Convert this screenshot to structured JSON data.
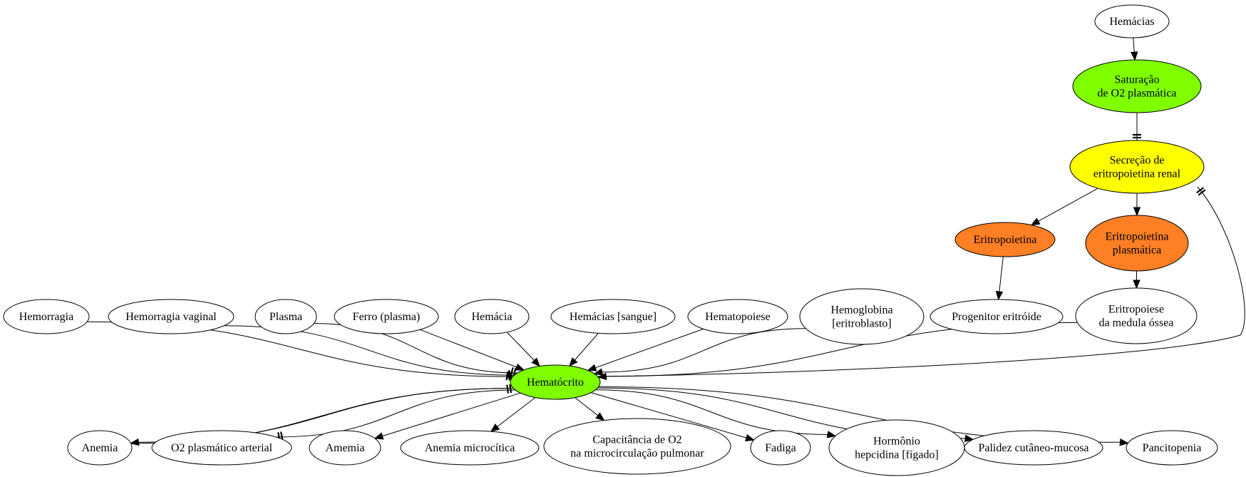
{
  "diagram": {
    "colors": {
      "default_fill": "#ffffff",
      "green": "#7fff00",
      "yellow": "#ffff00",
      "orange": "#ff7f24",
      "stroke": "#000000"
    },
    "nodes": [
      {
        "id": "hemacias_top",
        "lines": [
          "Hemácias"
        ],
        "color": "default_fill"
      },
      {
        "id": "saturacao",
        "lines": [
          "Saturação",
          "de O2 plasmática"
        ],
        "color": "green"
      },
      {
        "id": "secrecao",
        "lines": [
          "Secreção de",
          "eritropoietina renal"
        ],
        "color": "yellow"
      },
      {
        "id": "eritropoietina",
        "lines": [
          "Eritropoietina"
        ],
        "color": "orange"
      },
      {
        "id": "eritropoietina_plasmatica",
        "lines": [
          "Eritropoietina",
          "plasmática"
        ],
        "color": "orange"
      },
      {
        "id": "progenitor",
        "lines": [
          "Progenitor eritróide"
        ],
        "color": "default_fill"
      },
      {
        "id": "eritropoiese",
        "lines": [
          "Eritropoiese",
          "da medula óssea"
        ],
        "color": "default_fill"
      },
      {
        "id": "hemorragia",
        "lines": [
          "Hemorragia"
        ],
        "color": "default_fill"
      },
      {
        "id": "hemorragia_vaginal",
        "lines": [
          "Hemorragia vaginal"
        ],
        "color": "default_fill"
      },
      {
        "id": "plasma",
        "lines": [
          "Plasma"
        ],
        "color": "default_fill"
      },
      {
        "id": "ferro",
        "lines": [
          "Ferro (plasma)"
        ],
        "color": "default_fill"
      },
      {
        "id": "hemacia",
        "lines": [
          "Hemácia"
        ],
        "color": "default_fill"
      },
      {
        "id": "hemacias_sangue",
        "lines": [
          "Hemácias [sangue]"
        ],
        "color": "default_fill"
      },
      {
        "id": "hematopoiese",
        "lines": [
          "Hematopoiese"
        ],
        "color": "default_fill"
      },
      {
        "id": "hemoglobina",
        "lines": [
          "Hemoglobina",
          "[eritroblasto]"
        ],
        "color": "default_fill"
      },
      {
        "id": "hematocrito",
        "lines": [
          "Hematócrito"
        ],
        "color": "green"
      },
      {
        "id": "anemia",
        "lines": [
          "Anemia"
        ],
        "color": "default_fill"
      },
      {
        "id": "o2_arterial",
        "lines": [
          "O2 plasmático arterial"
        ],
        "color": "default_fill"
      },
      {
        "id": "amemia",
        "lines": [
          "Amemia"
        ],
        "color": "default_fill"
      },
      {
        "id": "anemia_microcitica",
        "lines": [
          "Anemia microcítica"
        ],
        "color": "default_fill"
      },
      {
        "id": "capacitancia",
        "lines": [
          "Capacitância de O2",
          "na microcirculação pulmonar"
        ],
        "color": "default_fill"
      },
      {
        "id": "fadiga",
        "lines": [
          "Fadiga"
        ],
        "color": "default_fill"
      },
      {
        "id": "hormonio",
        "lines": [
          "Hormônio",
          "hepcidina [fígado]"
        ],
        "color": "default_fill"
      },
      {
        "id": "palidez",
        "lines": [
          "Palidez cutâneo-mucosa"
        ],
        "color": "default_fill"
      },
      {
        "id": "pancitopenia",
        "lines": [
          "Pancitopenia"
        ],
        "color": "default_fill"
      }
    ],
    "edges": [
      {
        "from": "hemacias_top",
        "to": "saturacao",
        "type": "arrow"
      },
      {
        "from": "saturacao",
        "to": "secrecao",
        "type": "tee"
      },
      {
        "from": "secrecao",
        "to": "eritropoietina",
        "type": "arrow"
      },
      {
        "from": "secrecao",
        "to": "eritropoietina_plasmatica",
        "type": "arrow"
      },
      {
        "from": "eritropoietina",
        "to": "progenitor",
        "type": "arrow"
      },
      {
        "from": "eritropoietina_plasmatica",
        "to": "eritropoiese",
        "type": "arrow"
      },
      {
        "from": "hematocrito",
        "to": "secrecao",
        "type": "tee"
      },
      {
        "from": "hemorragia",
        "to": "hematocrito",
        "type": "tee"
      },
      {
        "from": "hemorragia_vaginal",
        "to": "hematocrito",
        "type": "tee"
      },
      {
        "from": "plasma",
        "to": "hematocrito",
        "type": "tee"
      },
      {
        "from": "ferro",
        "to": "hematocrito",
        "type": "arrow"
      },
      {
        "from": "hemacia",
        "to": "hematocrito",
        "type": "arrow"
      },
      {
        "from": "hemacias_sangue",
        "to": "hematocrito",
        "type": "arrow"
      },
      {
        "from": "hematopoiese",
        "to": "hematocrito",
        "type": "arrow"
      },
      {
        "from": "hemoglobina",
        "to": "hematocrito",
        "type": "arrow"
      },
      {
        "from": "eritropoiese",
        "to": "hematocrito",
        "type": "arrow"
      },
      {
        "from": "anemia",
        "to": "hematocrito",
        "type": "tee"
      },
      {
        "from": "hematocrito",
        "to": "anemia",
        "type": "arrow"
      },
      {
        "from": "hematocrito",
        "to": "o2_arterial",
        "type": "tee"
      },
      {
        "from": "hematocrito",
        "to": "amemia",
        "type": "arrow"
      },
      {
        "from": "hematocrito",
        "to": "anemia_microcitica",
        "type": "arrow"
      },
      {
        "from": "hematocrito",
        "to": "capacitancia",
        "type": "arrow"
      },
      {
        "from": "hematocrito",
        "to": "fadiga",
        "type": "arrow"
      },
      {
        "from": "hematocrito",
        "to": "hormonio",
        "type": "arrow"
      },
      {
        "from": "hematocrito",
        "to": "palidez",
        "type": "arrow"
      },
      {
        "from": "hematocrito",
        "to": "pancitopenia",
        "type": "arrow"
      }
    ]
  }
}
